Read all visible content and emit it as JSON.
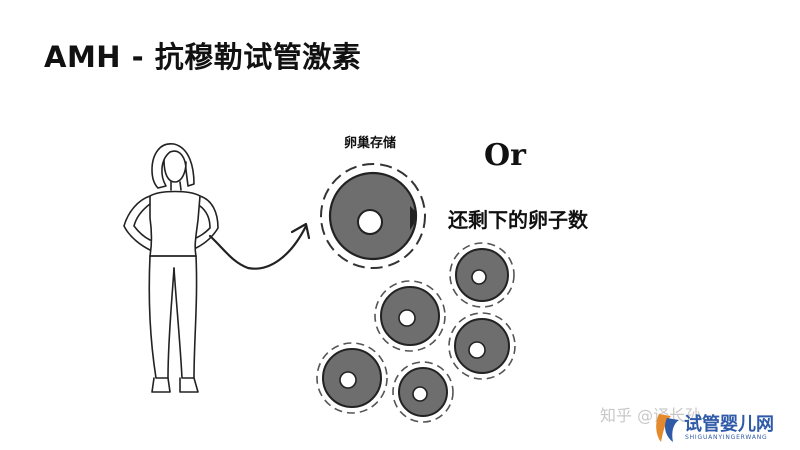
{
  "title": "AMH - 抗穆勒试管激素",
  "labels": {
    "ovary_reserve": "卵巢存储",
    "or": "Or",
    "remaining_eggs": "还剩下的卵子数"
  },
  "watermark": {
    "zhihu": "知乎 @译长孙",
    "brand": "试管婴儿网",
    "brand_sub": "SHIGUANYINGERWANG"
  },
  "colors": {
    "egg_fill": "#6e6e6e",
    "egg_outline": "#222222",
    "brand": "#2f5aa8"
  }
}
